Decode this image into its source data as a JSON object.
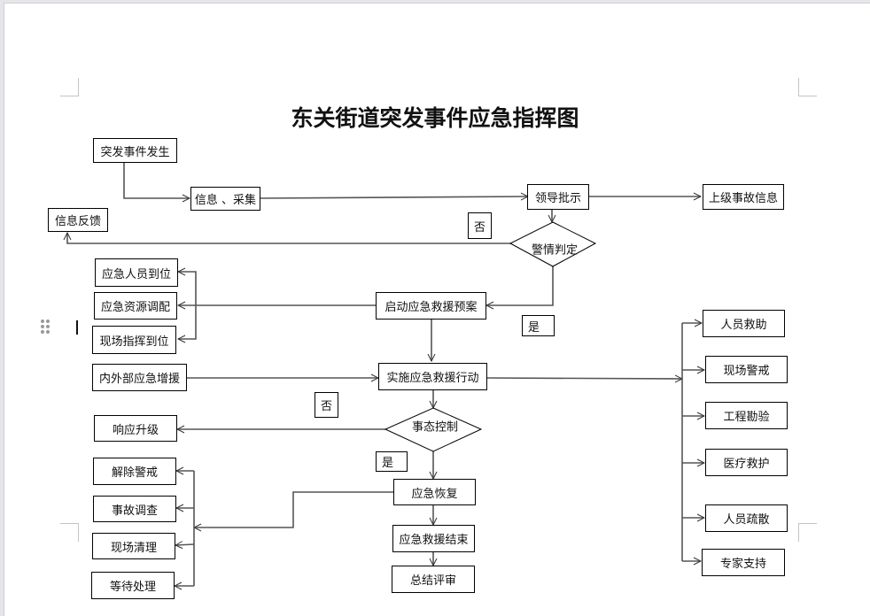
{
  "title": "东关街道突发事件应急指挥图",
  "nodes": {
    "event_occurs": "突发事件发生",
    "info_collect": "信息 、采集",
    "leader_instruct": "领导批示",
    "superior_info": "上级事故信息",
    "info_feedback": "信息反馈",
    "alert_judge": "警情判定",
    "personnel_arrive": "应急人员到位",
    "resource_dispatch": "应急资源调配",
    "onsite_command": "现场指挥到位",
    "start_plan": "启动应急救援预案",
    "reinforcement": "内外部应急增援",
    "implement_rescue": "实施应急救援行动",
    "situation_control": "事态控制",
    "response_upgrade": "响应升级",
    "lift_alert": "解除警戒",
    "accident_investigation": "事故调查",
    "site_cleanup": "现场清理",
    "await_handling": "等待处理",
    "emergency_recovery": "应急恢复",
    "rescue_end": "应急救援结束",
    "summary_review": "总结评审",
    "personnel_rescue": "人员救助",
    "site_cordon": "现场警戒",
    "engineering_survey": "工程勘验",
    "medical_aid": "医疗救护",
    "evacuation": "人员疏散",
    "expert_support": "专家支持"
  },
  "labels": {
    "no_1": "否",
    "yes_1": "是",
    "no_2": "否",
    "yes_2": "是"
  }
}
